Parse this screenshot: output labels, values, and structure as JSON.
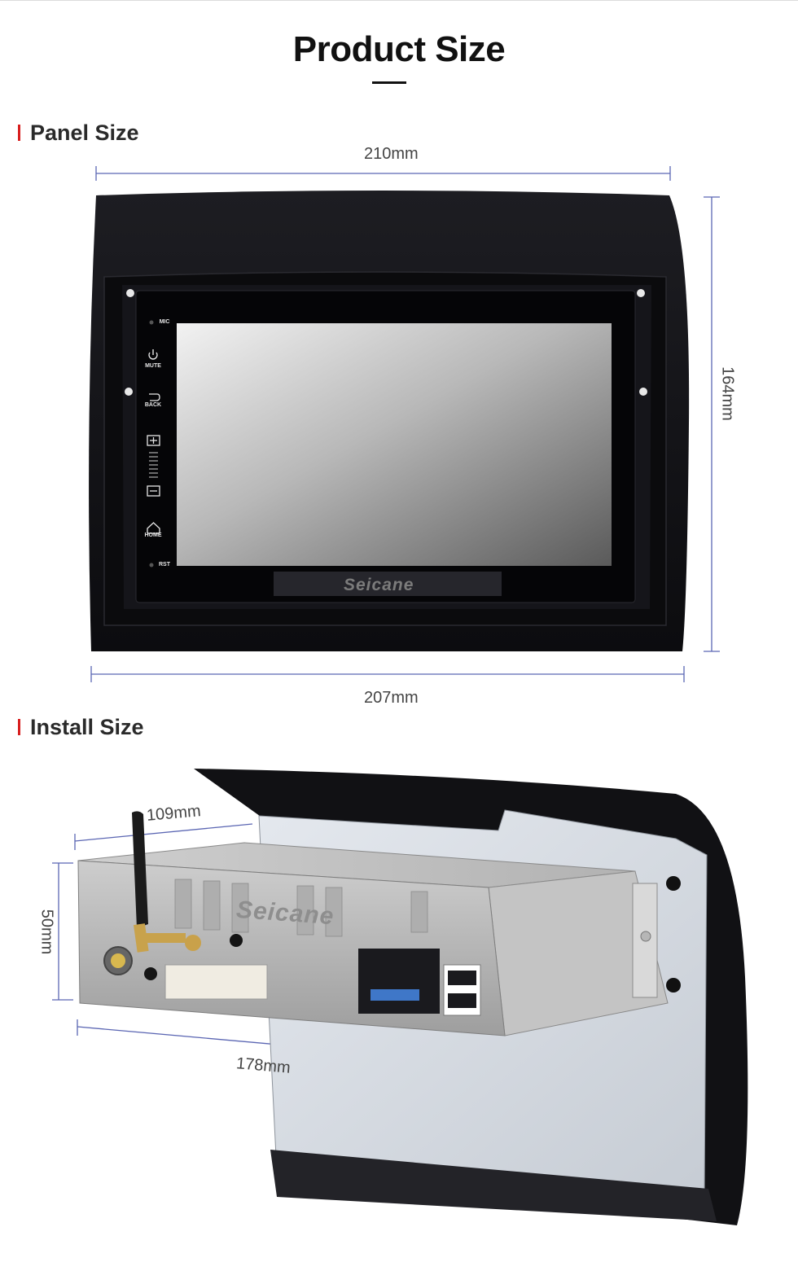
{
  "header": {
    "title": "Product Size"
  },
  "panel_section": {
    "heading": "Panel Size",
    "dims": {
      "top_width": "210mm",
      "height": "164mm",
      "bottom_width": "207mm"
    },
    "buttons": {
      "mic": "MIC",
      "mute": "MUTE",
      "back": "BACK",
      "home": "HOME",
      "rst": "RST"
    },
    "brand": "Seicane"
  },
  "install_section": {
    "heading": "Install Size",
    "dims": {
      "depth": "109mm",
      "height": "50mm",
      "width": "178mm"
    },
    "brand": "Seicane"
  },
  "colors": {
    "accent": "#d81e1e",
    "dimension_line": "#5b66b3",
    "bezel": "#141418"
  }
}
